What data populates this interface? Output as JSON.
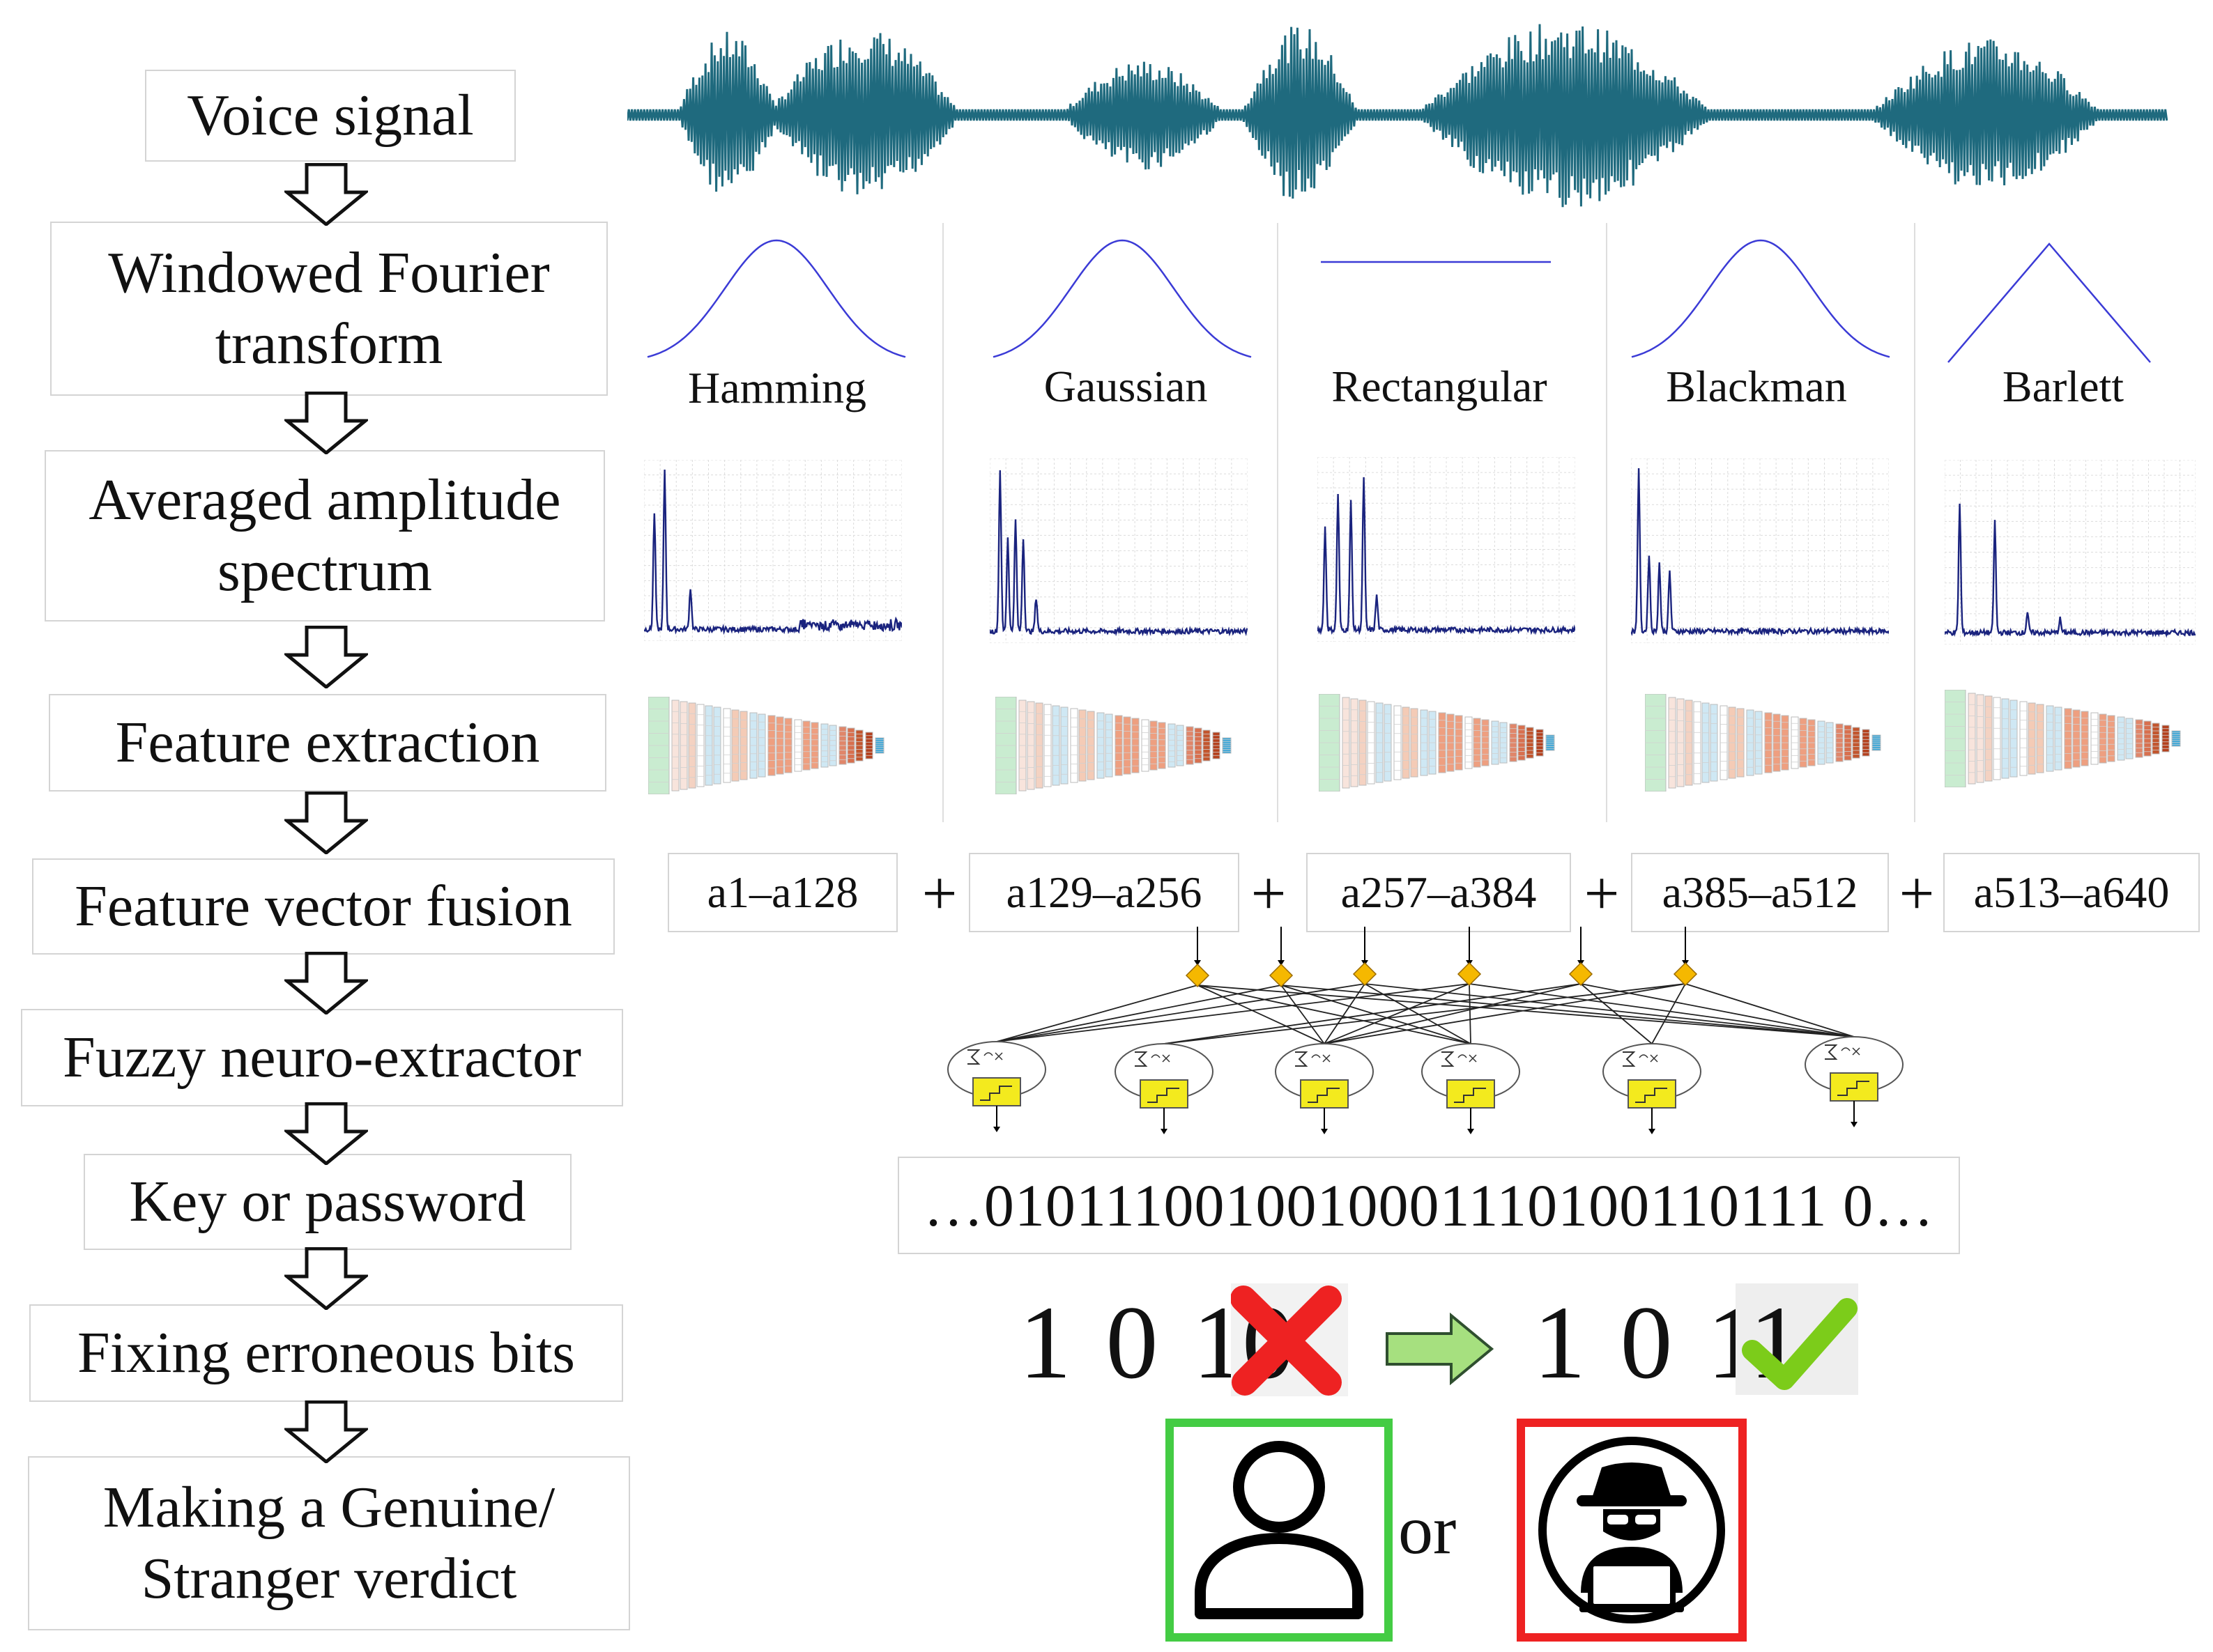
{
  "steps": [
    {
      "label": "Voice signal"
    },
    {
      "label": "Windowed Fourier transform"
    },
    {
      "label": "Averaged amplitude spectrum"
    },
    {
      "label": "Feature extraction"
    },
    {
      "label": "Feature vector fusion"
    },
    {
      "label": "Fuzzy neuro-extractor"
    },
    {
      "label": "Key or password"
    },
    {
      "label": "Fixing erroneous bits"
    },
    {
      "label": "Making a Genuine/ Stranger verdict"
    }
  ],
  "windows": [
    {
      "name": "Hamming",
      "shape": "bell",
      "range": "a1–a128"
    },
    {
      "name": "Gaussian",
      "shape": "bell",
      "range": "a129–a256"
    },
    {
      "name": "Rectangular",
      "shape": "flat",
      "range": "a257–a384"
    },
    {
      "name": "Blackman",
      "shape": "bell",
      "range": "a385–a512"
    },
    {
      "name": "Barlett",
      "shape": "triangle",
      "range": "a513–a640"
    }
  ],
  "plus_sign": "+",
  "bitstring": "…0101110010010001110100110111 0…",
  "correction": {
    "before": "1 0 1",
    "wrong_bit": "0",
    "after": "1 0 1",
    "fixed_bit": "1"
  },
  "verdict_or": "or",
  "colors": {
    "waveform": "#1f6a7e",
    "window_curve": "#3b3bd6",
    "spectrum": "#1a237e",
    "diamond": "#f5b800",
    "neuron_box": "#f3ea1e",
    "genuine_border": "#44cc44",
    "stranger_border": "#ee2222",
    "wrong_mark": "#ee2222",
    "check_mark": "#7ccc1a",
    "fix_arrow": "#a6e07f"
  },
  "icons": {
    "step_arrow": "hollow-down-arrow-icon",
    "fix_arrow": "right-arrow-icon",
    "wrong": "cross-icon",
    "fixed": "check-icon",
    "genuine": "person-icon",
    "stranger": "hacker-icon"
  }
}
